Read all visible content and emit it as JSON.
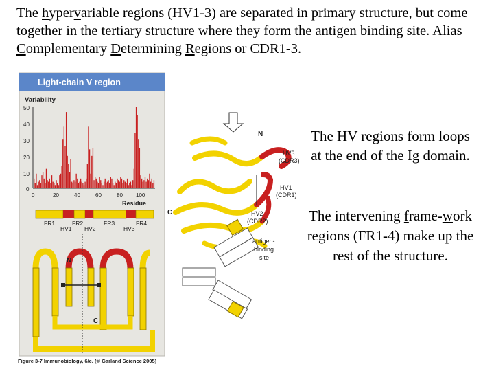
{
  "intro": {
    "p1": "The ",
    "u1": "h",
    "p2": "yper",
    "u2": "v",
    "p3": "ariable regions (HV1-3) are separated in primary structure, but come together in the tertiary structure where they form the antigen binding site.  Alias ",
    "u3": "C",
    "p4": "omplementary ",
    "u4": "D",
    "p5": "etermining ",
    "u5": "R",
    "p6": "egions or CDR1-3."
  },
  "side_text": {
    "hv_regions": "The HV regions form loops at the end of the Ig domain.",
    "frame_a": "The intervening ",
    "frame_u1": "f",
    "frame_b": "rame-",
    "frame_u2": "w",
    "frame_c": "ork regions (FR1-4) make up  the rest of the structure."
  },
  "figure": {
    "header_title": "Light-chain V region",
    "plot_ylabel": "Variability",
    "plot_xlabel": "Residue",
    "y_ticks": [
      "50",
      "40",
      "30",
      "20",
      "10",
      "0"
    ],
    "x_ticks": [
      "0",
      "20",
      "40",
      "60",
      "80",
      "100"
    ],
    "framework_labels": [
      "FR1",
      "FR2",
      "FR3",
      "FR4"
    ],
    "hv_labels": [
      "HV1",
      "HV2",
      "HV3"
    ],
    "ribbon_labels": {
      "n": "N",
      "c": "C",
      "hv3": "HV3",
      "cdr3": "(CDR3)",
      "hv1": "HV1",
      "cdr1": "(CDR1)",
      "hv2": "HV2",
      "cdr2": "(CDR2)",
      "antigen_1": "antigen-",
      "antigen_2": "binding",
      "antigen_3": "site"
    },
    "topology_labels": {
      "n": "N",
      "c": "C"
    },
    "caption": "Figure 3-7  Immunobiology, 6/e. (© Garland Science 2005)",
    "colors": {
      "header_bg": "#5b86c9",
      "panel_bg": "#e7e6e1",
      "hv_red": "#c82020",
      "strand_yellow": "#f2d200",
      "strand_edge": "#8a7400"
    }
  },
  "chart_data": {
    "type": "bar",
    "title": "Light-chain V region",
    "xlabel": "Residue",
    "ylabel": "Variability",
    "xlim": [
      0,
      110
    ],
    "ylim": [
      0,
      50
    ],
    "x_ticks": [
      0,
      20,
      40,
      60,
      80,
      100
    ],
    "y_ticks": [
      0,
      10,
      20,
      30,
      40,
      50
    ],
    "series": [
      {
        "x": [
          1,
          2,
          3,
          4,
          5,
          6,
          7,
          8,
          9,
          10,
          11,
          12,
          13,
          14,
          15,
          16,
          17,
          18,
          19,
          20,
          21,
          22,
          23,
          24,
          25,
          26,
          27,
          28,
          29,
          30,
          31,
          32,
          33,
          34,
          35,
          36,
          37,
          38,
          39,
          40,
          41,
          42,
          43,
          44,
          45,
          46,
          47,
          48,
          49,
          50,
          51,
          52,
          53,
          54,
          55,
          56,
          57,
          58,
          59,
          60,
          61,
          62,
          63,
          64,
          65,
          66,
          67,
          68,
          69,
          70,
          71,
          72,
          73,
          74,
          75,
          76,
          77,
          78,
          79,
          80,
          81,
          82,
          83,
          84,
          85,
          86,
          87,
          88,
          89,
          90,
          91,
          92,
          93,
          94,
          95,
          96,
          97,
          98,
          99,
          100,
          101,
          102,
          103,
          104,
          105,
          106,
          107,
          108,
          109
        ],
        "values": [
          6,
          3,
          9,
          2,
          4,
          5,
          3,
          8,
          10,
          6,
          3,
          12,
          5,
          4,
          6,
          3,
          8,
          4,
          3,
          2,
          5,
          3,
          2,
          8,
          9,
          14,
          30,
          38,
          26,
          47,
          20,
          15,
          10,
          18,
          4,
          3,
          5,
          4,
          9,
          6,
          3,
          4,
          6,
          4,
          3,
          2,
          4,
          6,
          15,
          38,
          24,
          9,
          20,
          25,
          5,
          7,
          6,
          4,
          3,
          7,
          5,
          3,
          2,
          4,
          6,
          3,
          4,
          5,
          3,
          7,
          6,
          3,
          2,
          4,
          3,
          6,
          5,
          4,
          7,
          6,
          3,
          5,
          4,
          3,
          6,
          2,
          3,
          4,
          2,
          5,
          12,
          34,
          50,
          45,
          30,
          25,
          8,
          6,
          4,
          5,
          7,
          4,
          6,
          5,
          9,
          4,
          6,
          3,
          5
        ]
      }
    ]
  }
}
